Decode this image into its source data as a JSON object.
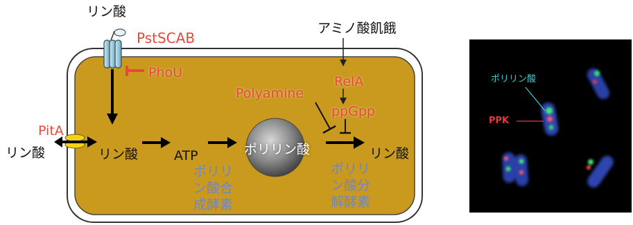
{
  "diagram": {
    "phosphate_top": "リン酸",
    "pstscab": "PstSCAB",
    "phou": "PhoU",
    "amino_starvation": "アミノ酸飢餓",
    "rela": "RelA",
    "polyamine": "Polyamine",
    "ppgpp": "ppGpp",
    "pita": "PitA",
    "phosphate_outside": "リン酸",
    "phosphate_inside": "リン酸",
    "atp": "ATP",
    "polyphosphate": "ポリリン酸",
    "phosphate_product": "リン酸",
    "synthase": "ポリリ\nン酸合\n成酵素",
    "degrading_enzyme": "ポリリ\nン酸分\n解酵素"
  },
  "micrograph": {
    "label_polyphosphate": "ポリリン酸",
    "label_ppk": "PPK"
  },
  "colors": {
    "cell_fill": "#c99a1e",
    "red_label": "#e8483a",
    "blue_label": "#6f86c8",
    "micro_cyan_label": "#3ccfd2",
    "micro_red_label": "#e23a3a"
  }
}
